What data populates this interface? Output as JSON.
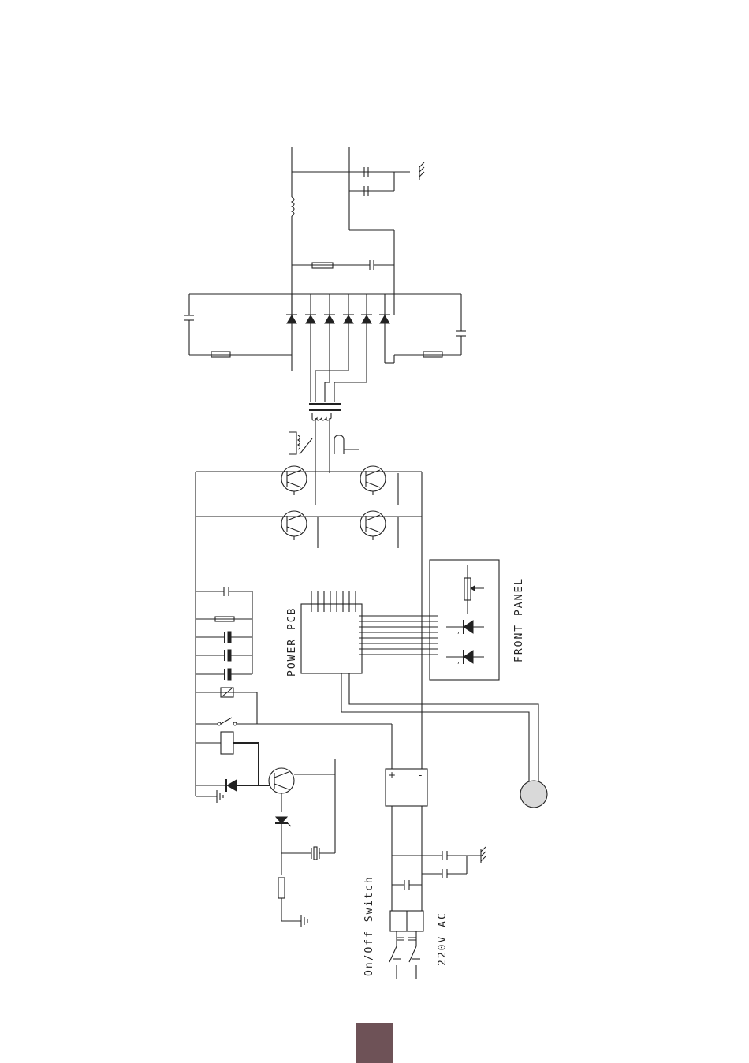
{
  "labels": {
    "power_pcb": "POWER PCB",
    "front_panel": "FRONT PANEL",
    "on_off_switch": "On/Off Switch",
    "mains": "220V AC",
    "bridge_plus": "+",
    "bridge_minus": "-"
  },
  "colors": {
    "line": "#222222",
    "sensor_fill": "#d9d9d9",
    "page_marker": "#6e5257"
  },
  "icons": [
    "resistor-icon",
    "capacitor-icon",
    "inductor-icon",
    "diode-icon",
    "led-icon",
    "transistor-icon",
    "transformer-icon",
    "relay-icon",
    "switch-icon",
    "ground-icon",
    "potentiometer-icon",
    "sensor-icon"
  ]
}
